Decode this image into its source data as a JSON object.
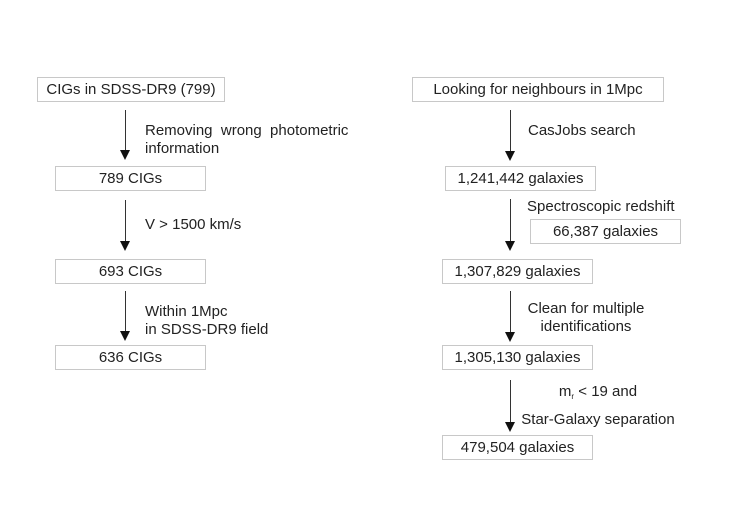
{
  "left": {
    "start": "CIGs in SDSS-DR9 (799)",
    "step1_line1": "Removing  wrong  photometric",
    "step1_line2": "information",
    "result1": "789 CIGs",
    "step2": "V > 1500 km/s",
    "result2": "693 CIGs",
    "step3_line1": "Within 1Mpc",
    "step3_line2": "in SDSS-DR9 field",
    "result3": "636 CIGs"
  },
  "right": {
    "start": "Looking for neighbours in 1Mpc",
    "step1": "CasJobs search",
    "result1": "1,241,442 galaxies",
    "step2": "Spectroscopic redshift",
    "added": "66,387 galaxies",
    "result2": "1,307,829 galaxies",
    "step3_line1": "Clean for multiple",
    "step3_line2": "identifications",
    "result3": "1,305,130 galaxies",
    "step4_m": "m",
    "step4_sub": "r",
    "step4_rest": " < 19 and",
    "step4_line2": "Star-Galaxy separation",
    "result4": "479,504 galaxies"
  }
}
